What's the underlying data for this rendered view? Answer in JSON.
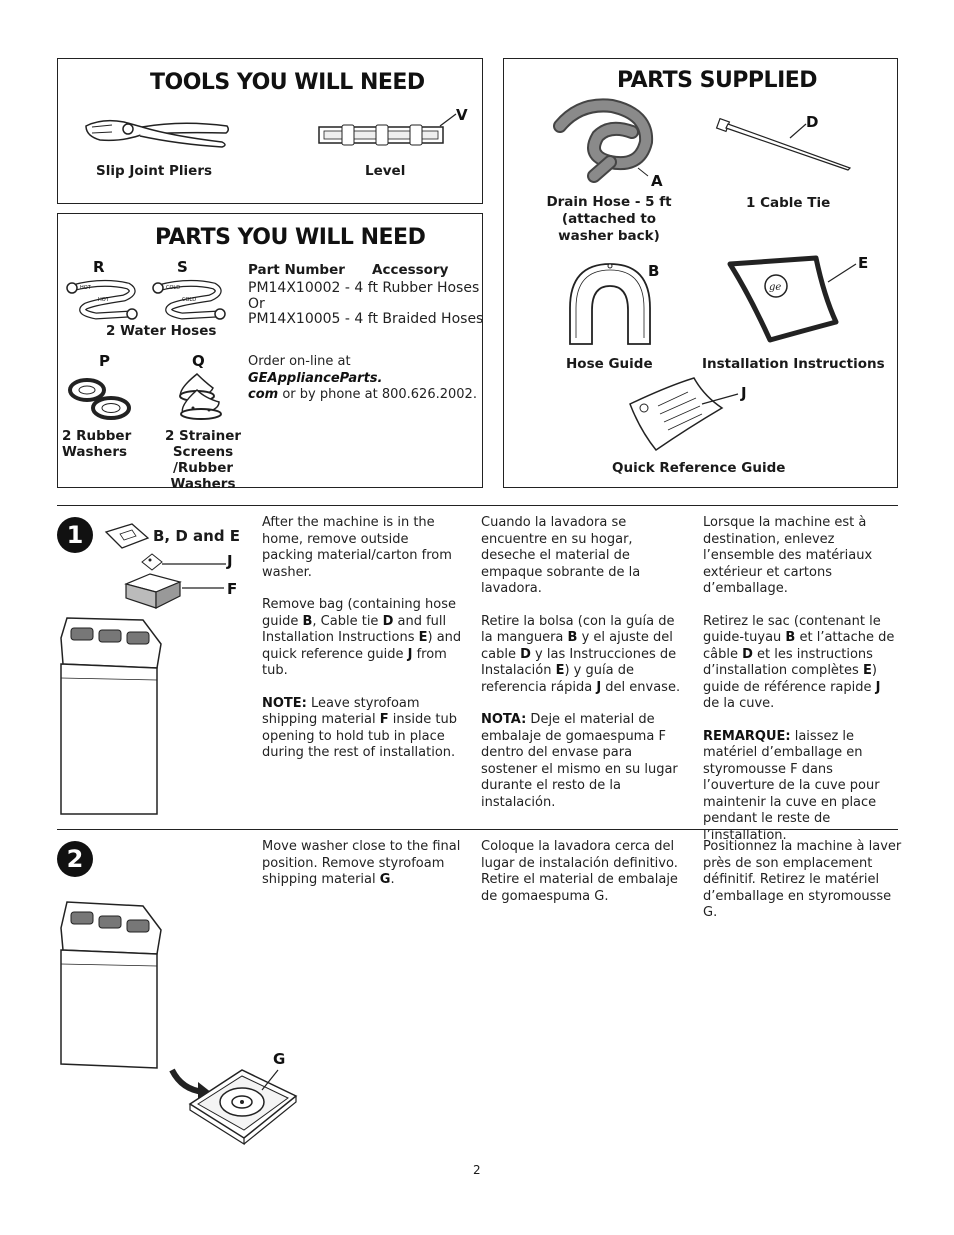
{
  "tools": {
    "title": "TOOLS YOU WILL NEED",
    "pliers_label": "Slip Joint Pliers",
    "level_label": "Level",
    "level_letter": "V"
  },
  "parts_need": {
    "title": "PARTS YOU WILL NEED",
    "letter_r": "R",
    "letter_s": "S",
    "letter_p": "P",
    "letter_q": "Q",
    "hose_label_hot": "HOT",
    "hose_label_cold": "COLD",
    "water_hoses": "2 Water Hoses",
    "col_part_number": "Part Number",
    "col_accessory": "Accessory",
    "line1": "PM14X10002 - 4 ft Rubber Hoses",
    "line2": "Or",
    "line3": "PM14X10005 - 4 ft Braided Hoses",
    "order_prefix": "Order on-line at ",
    "order_site1": "GEApplianceParts.",
    "order_site2": "com",
    "order_suffix": " or by phone at 800.626.2002.",
    "order_line1_tail": "",
    "rubber_washers_1": "2 Rubber",
    "rubber_washers_2": "Washers",
    "strainer_1": "2 Strainer Screens",
    "strainer_2": "/Rubber Washers"
  },
  "parts_supplied": {
    "title": "PARTS SUPPLIED",
    "letter_a": "A",
    "letter_d": "D",
    "letter_b": "B",
    "letter_e": "E",
    "letter_j": "J",
    "drain_1": "Drain Hose - 5 ft",
    "drain_2": "(attached to",
    "drain_3": "washer back)",
    "cable_tie": "1 Cable Tie",
    "hose_guide": "Hose Guide",
    "install_instr": "Installation Instructions",
    "quick_ref": "Quick Reference Guide"
  },
  "step1": {
    "number": "1",
    "callout_bde": "B, D and E",
    "callout_j": "J",
    "callout_f": "F",
    "en_p1": "After the machine is in the home, remove outside packing material/carton from washer.",
    "en_p2_a": "Remove bag (containing hose guide ",
    "en_p2_b": "B",
    "en_p2_c": ", Cable tie ",
    "en_p2_d": "D",
    "en_p2_e": " and full Installation Instructions ",
    "en_p2_f": "E",
    "en_p2_g": ") and quick reference guide ",
    "en_p2_h": "J",
    "en_p2_i": " from tub.",
    "en_note_label": "NOTE:",
    "en_note_a": " Leave styrofoam shipping material ",
    "en_note_b": "F",
    "en_note_c": " inside tub opening to hold tub in place during the rest of installation.",
    "es_p1": "Cuando la lavadora se encuentre en su hogar, deseche el material de empaque sobrante de la lavadora.",
    "es_p2_a": "Retire la bolsa (con la guía de la manguera ",
    "es_p2_b": "B",
    "es_p2_c": " y el ajuste del cable ",
    "es_p2_d": "D",
    "es_p2_e": " y las Instrucciones de Instalación ",
    "es_p2_f": "E",
    "es_p2_g": ") y guía de referencia rápida ",
    "es_p2_h": "J",
    "es_p2_i": " del envase.",
    "es_note_label": "NOTA:",
    "es_note_a": " Deje el material de embalaje de gomaespuma F dentro del envase para sostener el mismo en su lugar durante el resto de la instalación.",
    "fr_p1": "Lorsque la machine est à destination, enlevez l’ensemble des matériaux extérieur et cartons d’emballage.",
    "fr_p2_a": "Retirez le sac (contenant le guide-tuyau ",
    "fr_p2_b": "B",
    "fr_p2_c": " et l’attache de câble ",
    "fr_p2_d": "D",
    "fr_p2_e": " et les instructions d’installation complètes ",
    "fr_p2_f": "E",
    "fr_p2_g": ") guide de référence rapide ",
    "fr_p2_h": "J",
    "fr_p2_i": " de la cuve.",
    "fr_note_label": "REMARQUE:",
    "fr_note_a": " laissez le matériel d’emballage en styromousse F dans l’ouverture de la cuve pour maintenir la cuve en place pendant le reste de l’installation."
  },
  "step2": {
    "number": "2",
    "callout_g": "G",
    "en_a": "Move washer close to the final position. Remove styrofoam shipping material ",
    "en_b": "G",
    "en_c": ".",
    "es": "Coloque la lavadora cerca del lugar de instalación definitivo. Retire el material de embalaje de gomaespuma G.",
    "fr": "Positionnez la machine à laver près de son emplacement définitif. Retirez le matériel d’emballage en styromousse G."
  },
  "page_number": "2"
}
